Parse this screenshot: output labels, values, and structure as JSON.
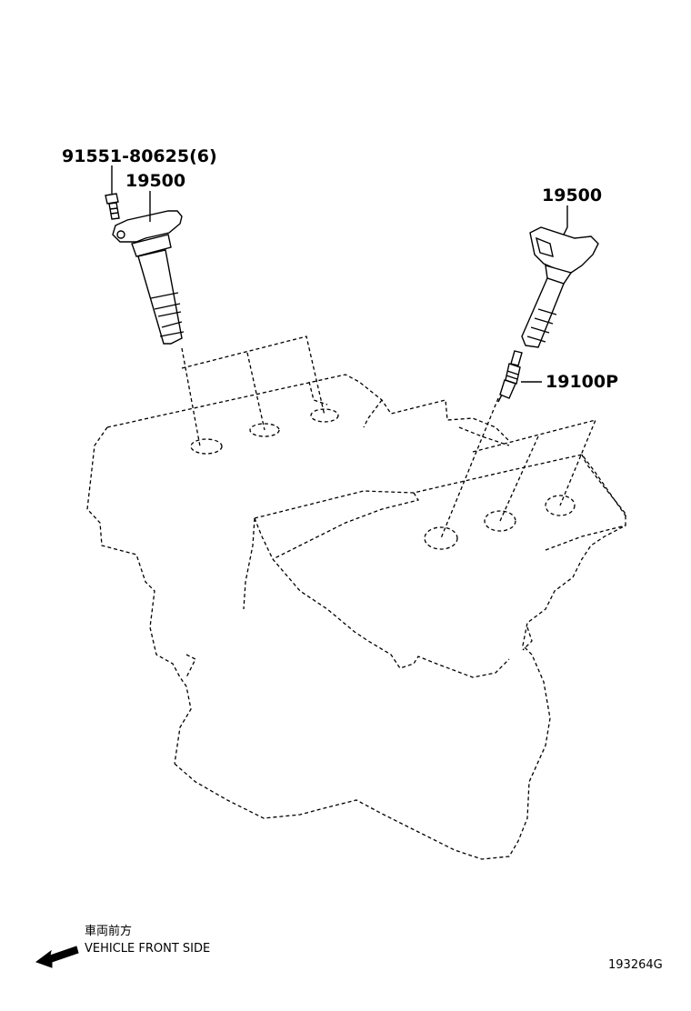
{
  "callouts": {
    "bolt": "91551-80625(6)",
    "coil_left": "19500",
    "coil_right": "19500",
    "spark_plug": "19100P"
  },
  "front_side": {
    "jp_label": "車両前方",
    "en_label": "VEHICLE FRONT SIDE"
  },
  "diagram_id": "193264G"
}
